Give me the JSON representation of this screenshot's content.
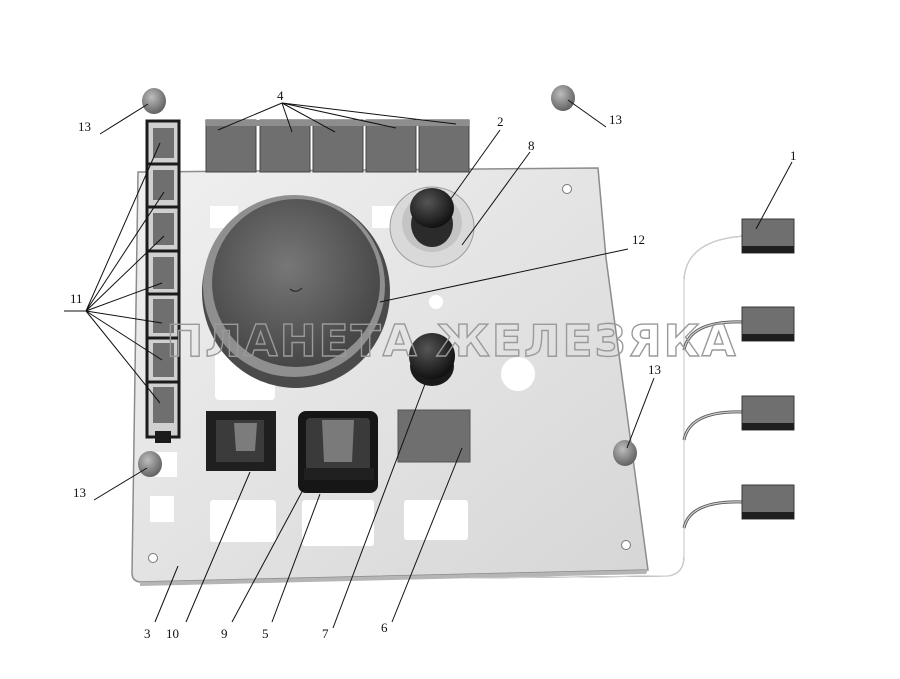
{
  "watermark": "ПЛАНЕТА ЖЕЛЕЗЯКА",
  "callouts": {
    "c1": "1",
    "c2": "2",
    "c3": "3",
    "c4": "4",
    "c5": "5",
    "c6": "6",
    "c7": "7",
    "c8": "8",
    "c9": "9",
    "c10": "10",
    "c11": "11",
    "c12": "12",
    "c13_top_left": "13",
    "c13_top_right": "13",
    "c13_right": "13",
    "c13_bottom_left": "13"
  },
  "colors": {
    "panel": "#e6e6e6",
    "panel_edge": "#8c8c8c",
    "module": "#6f6f6f",
    "dark": "#1e1e1e",
    "gauge": "#5a5a5a"
  }
}
